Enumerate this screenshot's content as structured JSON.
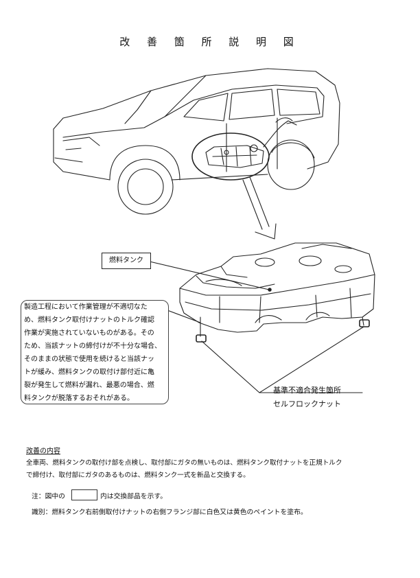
{
  "page": {
    "title": "改 善 箇 所 説 明 図"
  },
  "callouts": {
    "tank_label": "燃料タンク",
    "location_title": "基準不適合発生箇所",
    "location_part": "セルフロックナット"
  },
  "defect": {
    "lines": [
      "製造工程において作業管理が不適切なた",
      "め、燃料タンク取付けナットのトルク確認",
      "作業が実施されていないものがある。その",
      "ため、当該ナットの締付けが不十分な場合、",
      "そのままの状態で使用を続けると当該ナッ",
      "トが緩み、燃料タンクの取付け部付近に亀",
      "裂が発生して燃料が漏れ、最悪の場合、燃",
      "料タンクが脱落するおそれがある。"
    ]
  },
  "remedy": {
    "heading": "改善の内容",
    "lines": [
      "全車両、燃料タンクの取付け部を点検し、取付部にガタの無いものは、燃料タンク取付ナットを正規トルク",
      "で締付け、取付部にガタのあるものは、燃料タンク一式を新品と交換する。"
    ]
  },
  "notes": {
    "note_prefix": "注：図中の",
    "note_suffix": "内は交換部品を示す。",
    "identification": "識別：燃料タンク右前側取付けナットの右側フランジ部に白色又は黄色のペイントを塗布。"
  }
}
